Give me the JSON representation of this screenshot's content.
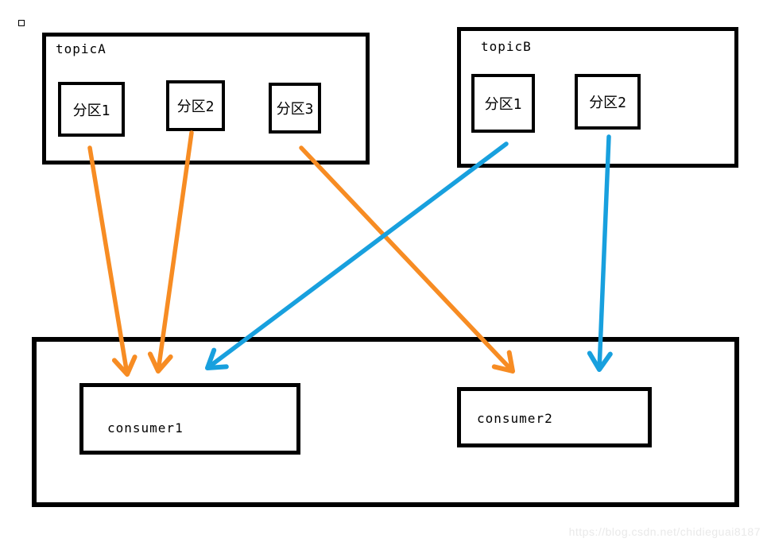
{
  "diagram": {
    "topicA": {
      "label": "topicA",
      "partitions": [
        {
          "label": "分区1"
        },
        {
          "label": "分区2"
        },
        {
          "label": "分区3"
        }
      ]
    },
    "topicB": {
      "label": "topicB",
      "partitions": [
        {
          "label": "分区1"
        },
        {
          "label": "分区2"
        }
      ]
    },
    "consumers": [
      {
        "label": "consumer1"
      },
      {
        "label": "consumer2"
      }
    ],
    "edges": [
      {
        "id": "a1-c1",
        "from": "topicA-partition1",
        "to": "consumer1",
        "color": "arrow_orange"
      },
      {
        "id": "a2-c1",
        "from": "topicA-partition2",
        "to": "consumer1",
        "color": "arrow_orange"
      },
      {
        "id": "a3-c2",
        "from": "topicA-partition3",
        "to": "consumer2",
        "color": "arrow_orange"
      },
      {
        "id": "b1-c1",
        "from": "topicB-partition1",
        "to": "consumer1",
        "color": "arrow_blue"
      },
      {
        "id": "b2-c2",
        "from": "topicB-partition2",
        "to": "consumer2",
        "color": "arrow_blue"
      }
    ],
    "colors": {
      "arrow_orange": "#F78C23",
      "arrow_blue": "#18A0DE",
      "box_border": "#000000",
      "watermark": "#E9E9E9"
    },
    "watermark": "https://blog.csdn.net/chidieguai8187"
  }
}
